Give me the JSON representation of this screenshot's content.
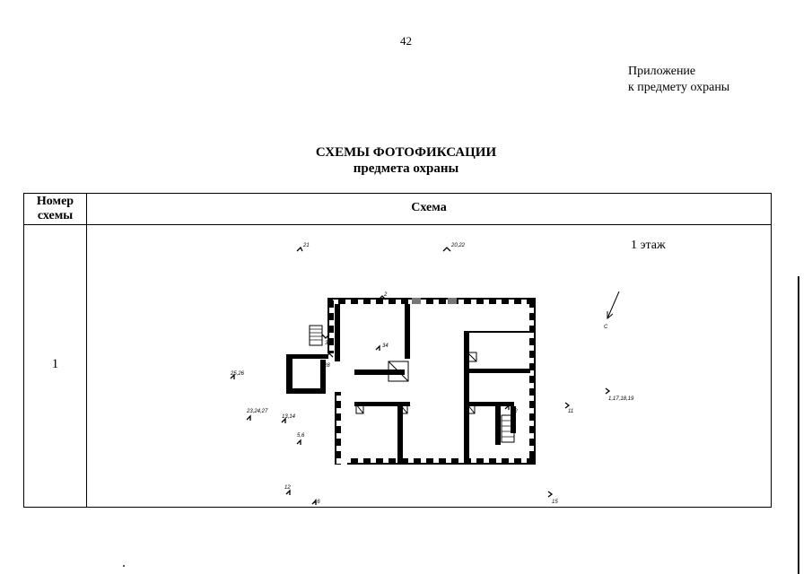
{
  "page_number": "42",
  "appendix": {
    "line1": "Приложение",
    "line2": "к предмету охраны"
  },
  "title": {
    "line1": "СХЕМЫ ФОТОФИКСАЦИИ",
    "line2": "предмета охраны"
  },
  "table": {
    "headers": {
      "number_line1": "Номер",
      "number_line2": "схемы",
      "scheme": "Схема"
    },
    "rows": [
      {
        "number": "1",
        "floor_label": "1 этаж",
        "north_label": "С",
        "photo_points": [
          "21",
          "20,22",
          "2",
          "30",
          "34",
          "28",
          "25,26",
          "23,24,27",
          "13,14",
          "5,6",
          "12",
          "16",
          "32",
          "11",
          "1,17,18,19",
          "15"
        ]
      }
    ]
  }
}
